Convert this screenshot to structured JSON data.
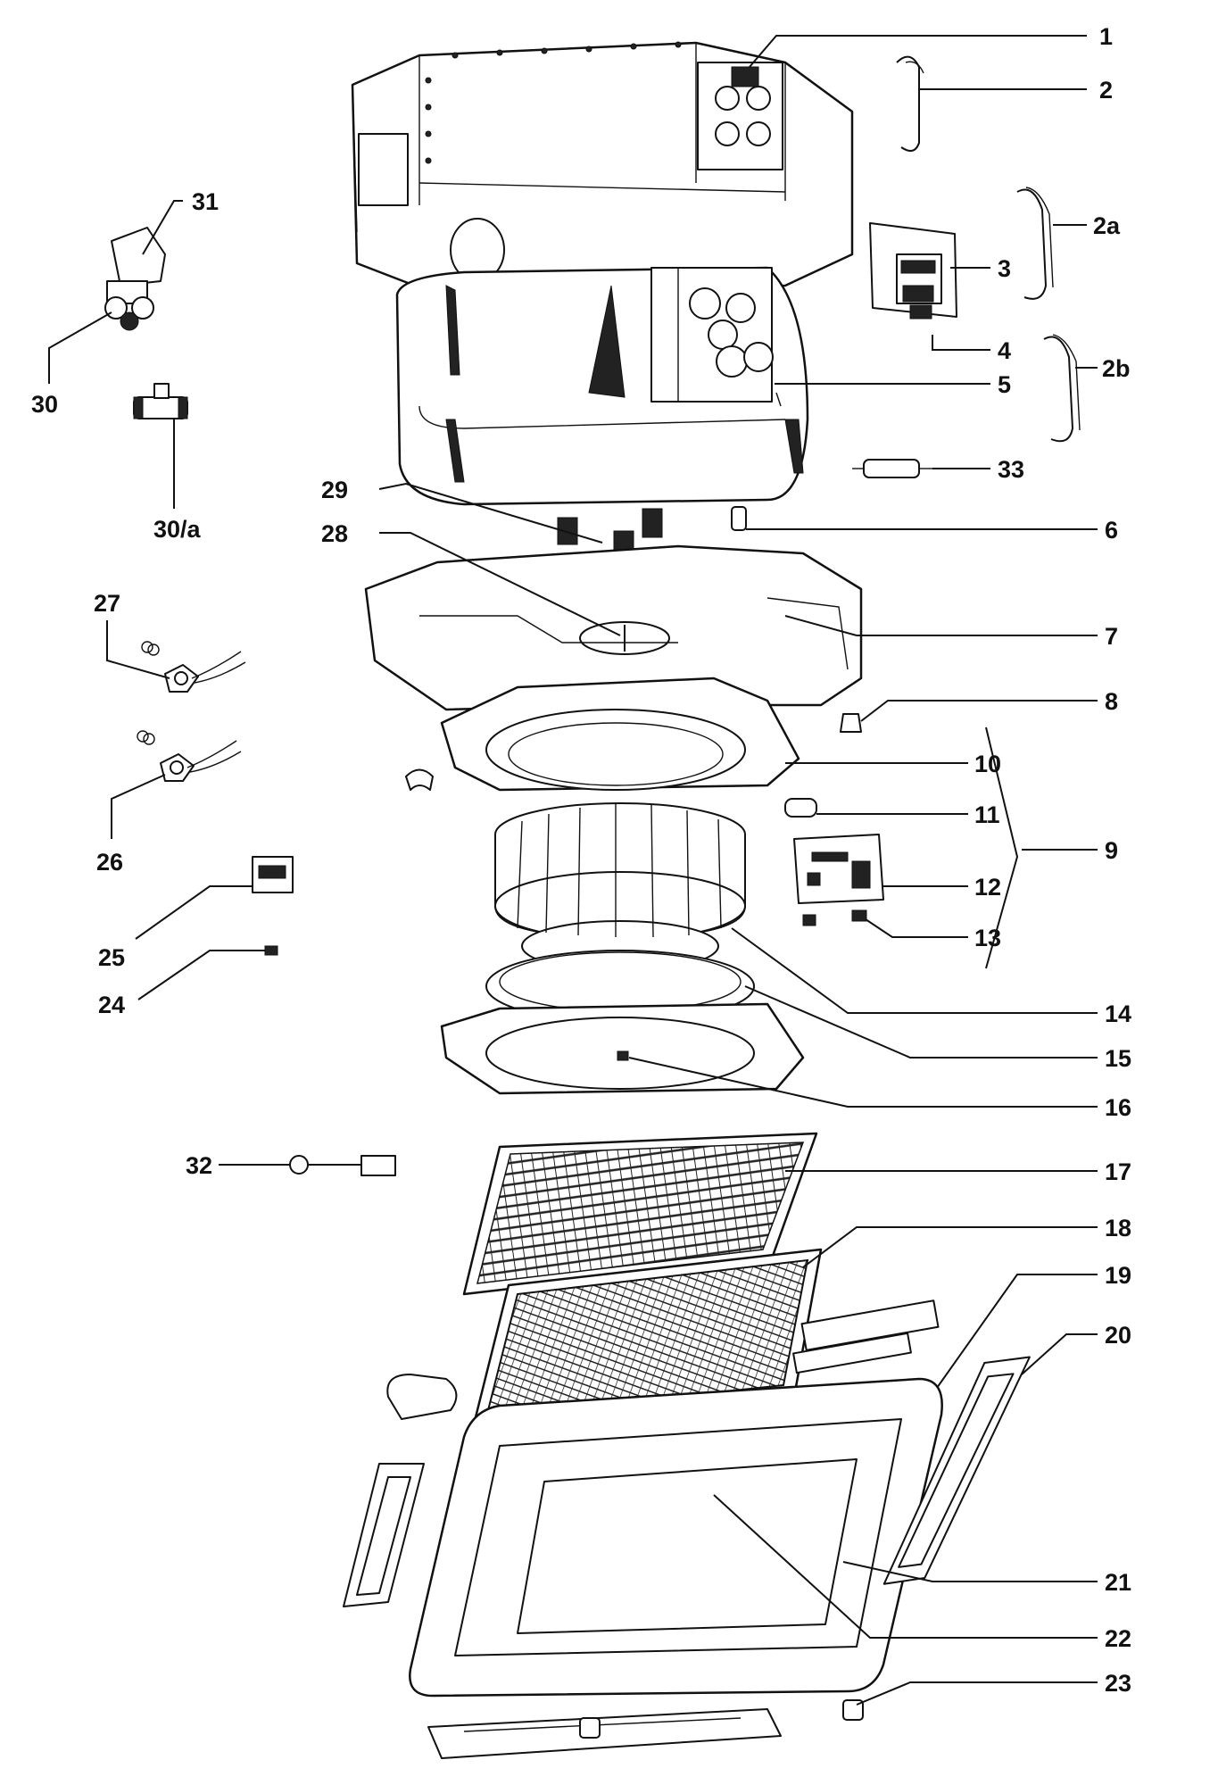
{
  "diagram": {
    "callouts": [
      {
        "id": "1",
        "label": "1"
      },
      {
        "id": "2",
        "label": "2"
      },
      {
        "id": "2a",
        "label": "2a"
      },
      {
        "id": "3",
        "label": "3"
      },
      {
        "id": "4",
        "label": "4"
      },
      {
        "id": "2b",
        "label": "2b"
      },
      {
        "id": "5",
        "label": "5"
      },
      {
        "id": "33",
        "label": "33"
      },
      {
        "id": "6",
        "label": "6"
      },
      {
        "id": "7",
        "label": "7"
      },
      {
        "id": "8",
        "label": "8"
      },
      {
        "id": "10",
        "label": "10"
      },
      {
        "id": "11",
        "label": "11"
      },
      {
        "id": "9",
        "label": "9"
      },
      {
        "id": "12",
        "label": "12"
      },
      {
        "id": "13",
        "label": "13"
      },
      {
        "id": "14",
        "label": "14"
      },
      {
        "id": "15",
        "label": "15"
      },
      {
        "id": "16",
        "label": "16"
      },
      {
        "id": "17",
        "label": "17"
      },
      {
        "id": "18",
        "label": "18"
      },
      {
        "id": "19",
        "label": "19"
      },
      {
        "id": "20",
        "label": "20"
      },
      {
        "id": "21",
        "label": "21"
      },
      {
        "id": "22",
        "label": "22"
      },
      {
        "id": "23",
        "label": "23"
      },
      {
        "id": "31",
        "label": "31"
      },
      {
        "id": "30",
        "label": "30"
      },
      {
        "id": "30a",
        "label": "30/a"
      },
      {
        "id": "29",
        "label": "29"
      },
      {
        "id": "28",
        "label": "28"
      },
      {
        "id": "27",
        "label": "27"
      },
      {
        "id": "26",
        "label": "26"
      },
      {
        "id": "25",
        "label": "25"
      },
      {
        "id": "24",
        "label": "24"
      },
      {
        "id": "32",
        "label": "32"
      }
    ]
  }
}
